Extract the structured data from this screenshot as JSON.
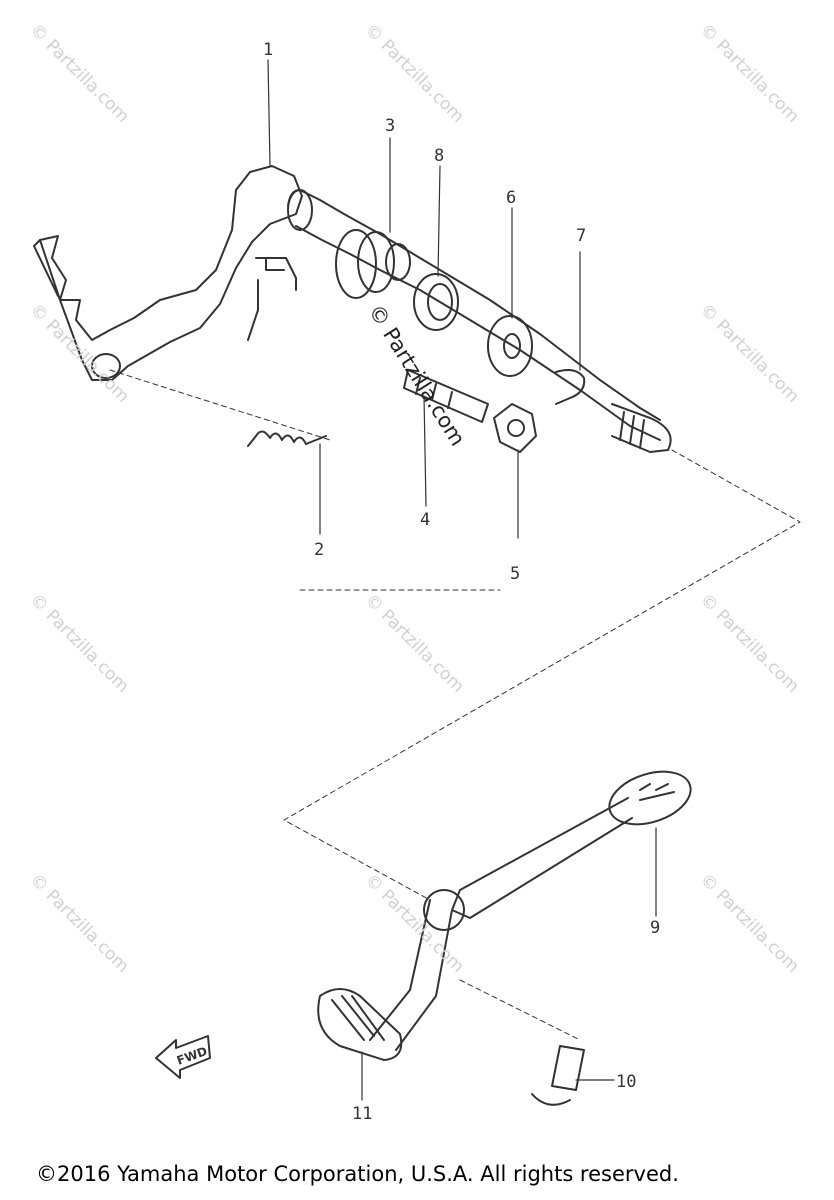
{
  "watermark": {
    "text": "© Partzilla.com",
    "center_text": "© Partzilla.com"
  },
  "callouts": [
    "1",
    "2",
    "3",
    "4",
    "5",
    "6",
    "7",
    "8",
    "9",
    "10",
    "11"
  ],
  "fwd_label": "FWD",
  "copyright": "©2016  Yamaha Motor Corporation, U.S.A. All rights reserved."
}
